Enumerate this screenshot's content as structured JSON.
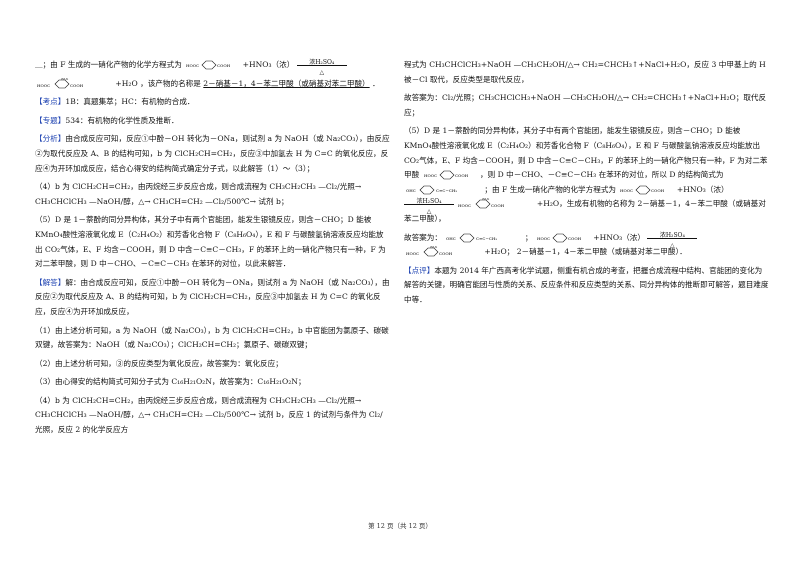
{
  "left": {
    "line1_prefix": "＿；由 F 生成的一硝化产物的化学方程式为",
    "line1_reagent": "+HNO₃（浓）",
    "arrow1_top": "浓H₂SO₄",
    "arrow1_bot": "△",
    "line2_tail": "+H₂O",
    "line2_name_prefix": "，该产物的名称是",
    "line2_name": "2－硝基－1，4－苯二甲酸（或硝基对苯二甲酸）",
    "line2_end": "．",
    "kaodian_tag": "【考点】",
    "kaodian": "1B：真题集萃；HC：有机物的合成．",
    "zhuanti_tag": "【专题】",
    "zhuanti": "534：有机物的化学性质及推断．",
    "fenxi_tag": "【分析】",
    "fenxi": "由合成反应可知，反应①中酚－OH 转化为－ONa，则试剂 a 为 NaOH（或 Na₂CO₃），由反应②为取代反应及 A、B 的结构可知，b 为 ClCH₂CH=CH₂，反应③中加氢去 H 为 C=C 的氧化反应，反应④为开环加成反应，结合心得安的结构简式确定分子式，以此解答（1）～（3）；",
    "p4": "（4）b 为 ClCH₂CH=CH₂，由丙烷经三步反应合成，则合成流程为 CH₃CH₂CH₃ —Cl₂/光照→ CH₃CHClCH₃ —NaOH/醇，△→ CH₃CH=CH₂ —Cl₂/500℃→ 试剂 b；",
    "p5": "（5）D 是 1－萘酚的同分异构体，其分子中有两个官能团，能发生银镜反应，则含－CHO；D 能被 KMnO₄酸性溶液氧化成 E（C₂H₄O₂）和芳香化合物 F（C₈H₆O₄），E 和 F 与碳酸氢钠溶液反应均能放出 CO₂气体，E、F 均含－COOH，则 D 中含－C≡C－CH₃，F 的苯环上的一硝化产物只有一种，F 为对二苯甲酸，则 D 中－CHO、－C≡C－CH₃ 在苯环的对位，以此来解答．",
    "jieda_tag": "【解答】",
    "jieda": "解：由合成反应可知，反应①中酚－OH 转化为－ONa，则试剂 a 为 NaOH（或 Na₂CO₃），由反应②为取代反应及 A、B 的结构可知，b 为 ClCH₂CH=CH₂，反应③中加氢去 H 为 C=C 的氧化反应，反应④为开环加成反应，",
    "a1": "（1）由上述分析可知，a 为 NaOH（或 Na₂CO₃），b 为 ClCH₂CH=CH₂，b 中官能团为氯原子、碳碳双键，故答案为：NaOH（或 Na₂CO₃）；ClCH₂CH=CH₂；氯原子、碳碳双键；",
    "a2": "（2）由上述分析可知，③的反应类型为氧化反应，故答案为：氧化反应；",
    "a3": "（3）由心得安的结构简式可知分子式为 C₁₆H₂₁O₂N，故答案为：C₁₆H₂₁O₂N；",
    "a4": "（4）b 为 ClCH₂CH=CH₂，由丙烷经三步反应合成，则合成流程为 CH₃CH₂CH₃ —Cl₂/光照→ CH₃CHClCH₃ —NaOH/醇，△→ CH₃CH=CH₂ —Cl₂/500℃→ 试剂 b，反应 1 的试剂与条件为 Cl₂/光照，反应 2 的化学反应方"
  },
  "right": {
    "r1": "程式为 CH₃CHClCH₃+NaOH —CH₃CH₂OH/△→ CH₂=CHCH₃↑+NaCl+H₂O，反应 3 中甲基上的 H 被－Cl 取代，反应类型是取代反应，",
    "r2": "故答案为：Cl₂/光照；CH₃CHClCH₃+NaOH —CH₃CH₂OH/△→ CH₂=CHCH₃↑+NaCl+H₂O；取代反应；",
    "r3": "（5）D 是 1－萘酚的同分异构体，其分子中有两个官能团，能发生银镜反应，则含－CHO；D 能被 KMnO₄酸性溶液氧化成 E（C₂H₄O₂）和芳香化合物 F（C₈H₆O₄），E 和 F 与碳酸氢钠溶液反应均能放出 CO₂气体，E、F 均含－COOH，则 D 中含－C≡C－CH₃，F 的苯环上的一硝化产物只有一种，F 为对二苯甲酸",
    "r3b": "，则 D 中－CHO、－C≡C－CH₃ 在苯环的对位，所以 D 的结构简式为",
    "r3c": "；由 F 生成一硝化产物的化学方程式为",
    "r3d": "+HNO₃（浓）",
    "r3e": "+H₂O，生成有机物的名称为 2－硝基－1，4－苯二甲酸（或硝基对苯二甲酸），",
    "r4": "故答案为：",
    "r4b": "；",
    "r4c": "+HNO₃（浓）",
    "r4d": "+H₂O；",
    "r4e": "2－硝基－1，4－苯二甲酸（或硝基对苯二甲酸）．",
    "pingjia_tag": "【点评】",
    "pingjia": "本题为 2014 年广西高考化学试题，侧重有机合成的考查，把握合成流程中结构、官能团的变化为解答的关键，明确官能团与性质的关系、反应条件和反应类型的关系、同分异构体的推断即可解答，题目难度中等．"
  },
  "footer": "第 12 页（共 12 页）",
  "colors": {
    "tag_blue": "#1a3fb0"
  }
}
